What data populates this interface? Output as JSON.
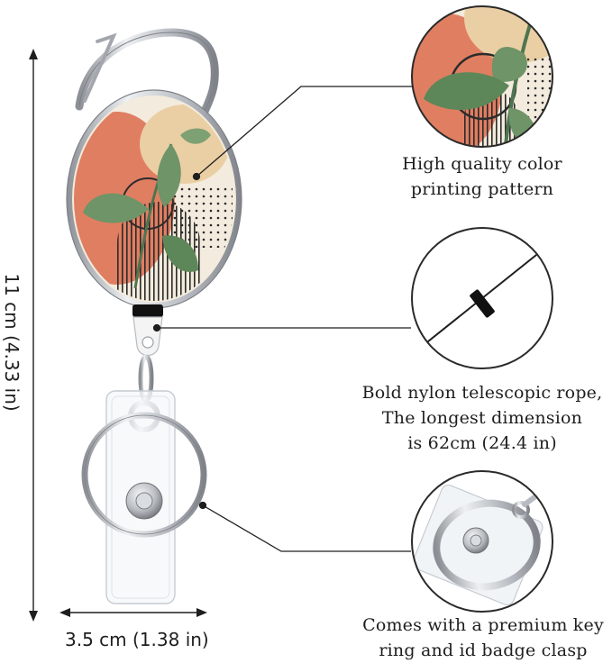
{
  "dimensions": {
    "height_label": "11 cm (4.33 in)",
    "width_label": "3.5 cm (1.38 in)"
  },
  "callouts": [
    {
      "lines": [
        "High quality color",
        "printing pattern"
      ]
    },
    {
      "lines": [
        "Bold nylon telescopic rope,",
        "The longest dimension",
        "is 62cm (24.4 in)"
      ]
    },
    {
      "lines": [
        "Comes with a premium key",
        "ring and id badge clasp"
      ]
    }
  ],
  "colors": {
    "terracotta": "#E07E62",
    "sand": "#EBCFA4",
    "cream": "#F3EBDD",
    "leaf": "#6E9468",
    "leaf_dark": "#4E7550",
    "metal": "#C9CDD2",
    "metal_dark": "#8C9096"
  }
}
